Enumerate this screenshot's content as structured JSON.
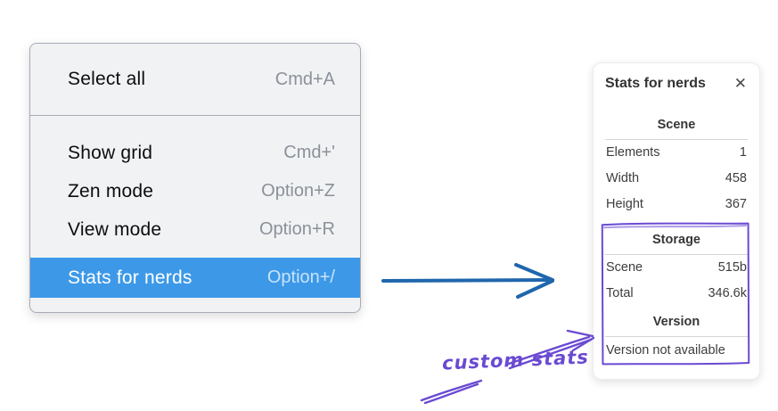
{
  "theme": {
    "menu_highlight": "#3d99e8",
    "arrow_blue": "#1f66ad",
    "annotation_purple": "#6a4ad2"
  },
  "menu": {
    "sections": [
      {
        "items": [
          {
            "label": "Select all",
            "shortcut": "Cmd+A"
          }
        ]
      },
      {
        "items": [
          {
            "label": "Show grid",
            "shortcut": "Cmd+'"
          },
          {
            "label": "Zen mode",
            "shortcut": "Option+Z"
          },
          {
            "label": "View mode",
            "shortcut": "Option+R"
          },
          {
            "label": "Stats for nerds",
            "shortcut": "Option+/",
            "selected": true
          }
        ]
      }
    ]
  },
  "stats_panel": {
    "title": "Stats for nerds",
    "close_label": "✕",
    "scene_section": {
      "heading": "Scene",
      "rows": [
        {
          "label": "Elements",
          "value": "1"
        },
        {
          "label": "Width",
          "value": "458"
        },
        {
          "label": "Height",
          "value": "367"
        }
      ]
    },
    "storage_section": {
      "heading": "Storage",
      "rows": [
        {
          "label": "Scene",
          "value": "515b"
        },
        {
          "label": "Total",
          "value": "346.6k"
        }
      ]
    },
    "version_section": {
      "heading": "Version",
      "note": "Version not available"
    }
  },
  "annotation": {
    "label": "custom stats"
  }
}
